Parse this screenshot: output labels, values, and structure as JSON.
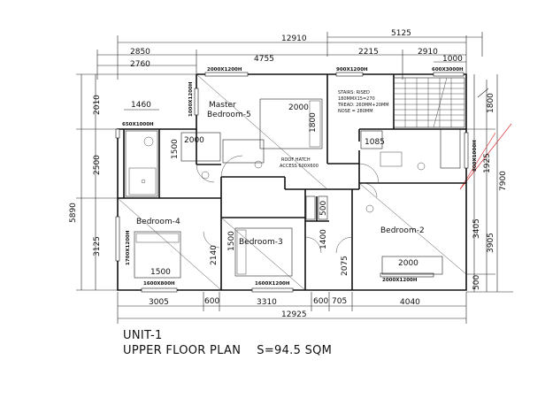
{
  "plan": {
    "unit_label": "UNIT-1",
    "title": "UPPER FLOOR PLAN",
    "area": "S=94.5 SQM",
    "dims_top": [
      "12910",
      "5125",
      "2850",
      "4755",
      "2215",
      "2910",
      "2760",
      "1000"
    ],
    "dims_bottom": [
      "3005",
      "600",
      "3310",
      "600",
      "705",
      "4040",
      "12925"
    ],
    "dims_left": [
      "2010",
      "2500",
      "5890",
      "3125"
    ],
    "dims_right": [
      "1800",
      "1925",
      "7900",
      "3405",
      "3905",
      "500"
    ],
    "rooms": [
      "Master Bedroom-5",
      "Bedroom-4",
      "Bedroom-3",
      "Bedroom-2"
    ],
    "room_dims": [
      "1460",
      "2000",
      "1800",
      "2000",
      "1500",
      "1085",
      "500",
      "1400",
      "2140",
      "1500",
      "1500",
      "2075",
      "2000"
    ],
    "windows": [
      "2000X1200H",
      "900X1200H",
      "600X3000H",
      "650X1000H",
      "1000X1200H",
      "1700X1200H",
      "1600X800H",
      "1600X1200H",
      "2000X1200H",
      "800X1000H"
    ],
    "stairs_note": [
      "STAIRS: RISED",
      "180MMX15=270",
      "TREAD: 260MM+20MM",
      "NOSE = 280MM"
    ],
    "roof_hatch": [
      "ROOF HATCH",
      "ACCESS 600X600"
    ]
  }
}
